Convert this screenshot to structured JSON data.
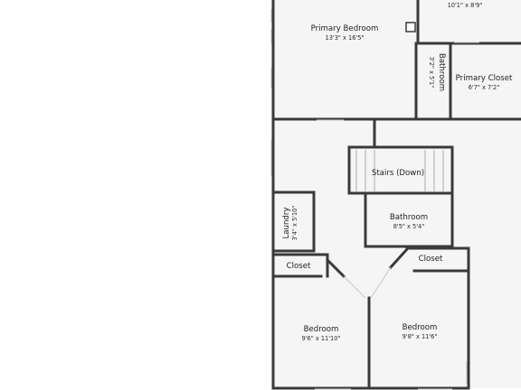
{
  "rooms": {
    "top_right": {
      "dims": "10'1\" x 8'9\""
    },
    "primary_bedroom": {
      "name": "Primary Bedroom",
      "dims": "13'3\" x 16'5\""
    },
    "bathroom_small": {
      "name": "Bathroom",
      "dims": "3'2\" x 5'1\""
    },
    "primary_closet": {
      "name": "Primary Closet",
      "dims": "6'7\" x 7'2\""
    },
    "stairs": {
      "name": "Stairs (Down)"
    },
    "laundry": {
      "name": "Laundry",
      "dims": "3'4\" x 5'10\""
    },
    "bathroom": {
      "name": "Bathroom",
      "dims": "8'5\" x 5'4\""
    },
    "closet_left": {
      "name": "Closet"
    },
    "closet_right": {
      "name": "Closet"
    },
    "bedroom_left": {
      "name": "Bedroom",
      "dims": "9'6\" x 11'10\""
    },
    "bedroom_right": {
      "name": "Bedroom",
      "dims": "9'8\" x 11'6\""
    }
  },
  "colors": {
    "wall": "#3a3a3a",
    "floor": "#f5f5f5",
    "window": "#bcbcbc"
  }
}
